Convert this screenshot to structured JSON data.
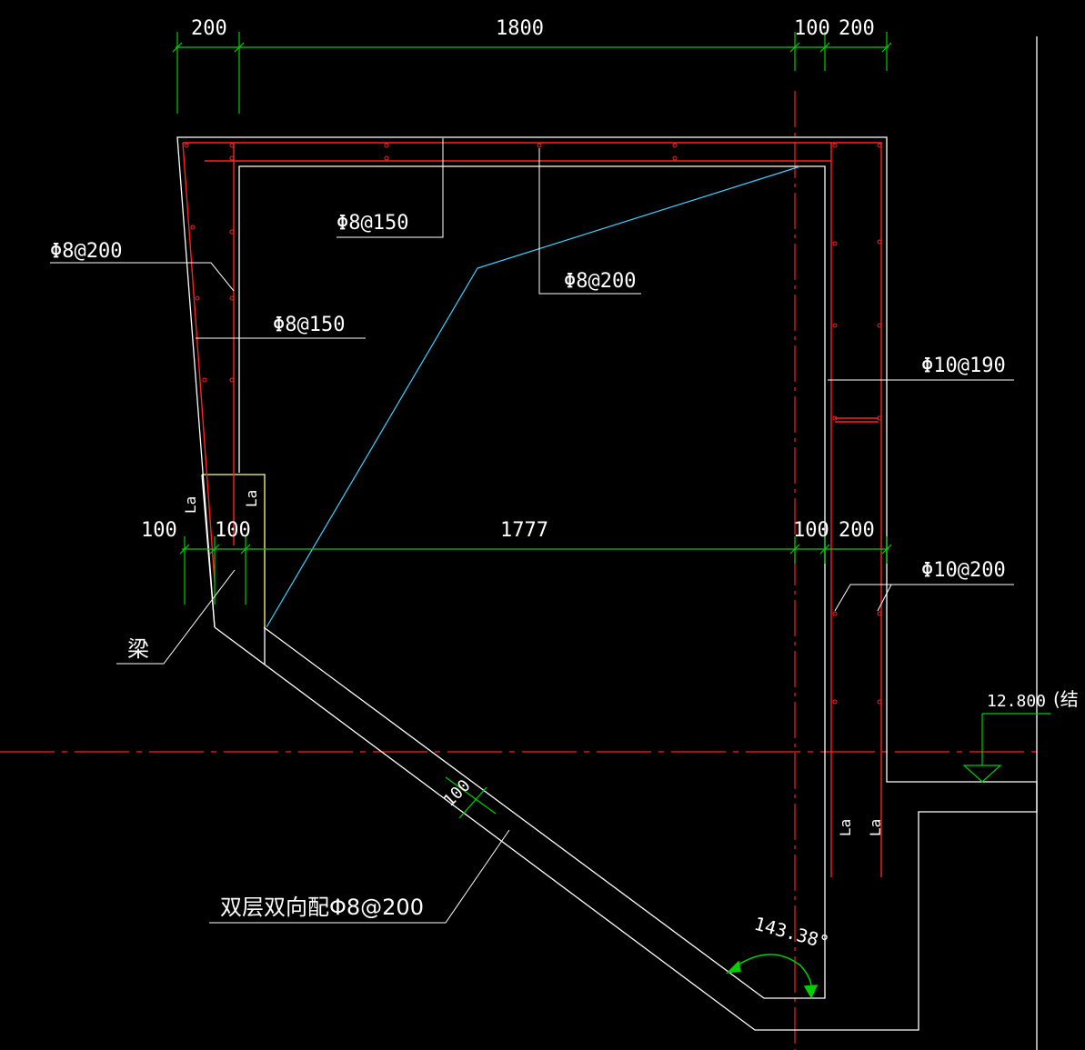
{
  "colors": {
    "background": "#000000",
    "outline": "#ffffff",
    "rebar": "#ff2020",
    "dimension": "#00d000",
    "axis": "#ff2020",
    "slope": "#3fd0ff",
    "arc": "#00d000"
  },
  "top_dimensions": {
    "d1": "200",
    "d2": "1800",
    "d3": "100",
    "d4": "200"
  },
  "mid_dimensions": {
    "d1": "100",
    "d2": "100",
    "d3": "1777",
    "d4": "100",
    "d5": "200"
  },
  "rebar_labels": {
    "left_outer": "Φ8@200",
    "left_inner": "Φ8@150",
    "top_outer": "Φ8@150",
    "top_inner": "Φ8@200",
    "right_upper": "Φ10@190",
    "right_lower": "Φ10@200",
    "slab": "双层双向配Φ8@200"
  },
  "beam_label": "梁",
  "slab_thickness": "100",
  "anchor_labels": {
    "left_a": "La",
    "left_b": "La",
    "right_a": "La",
    "right_b": "La"
  },
  "angle_label": "143.38°",
  "elevation": {
    "value": "12.800",
    "note": "(结"
  }
}
